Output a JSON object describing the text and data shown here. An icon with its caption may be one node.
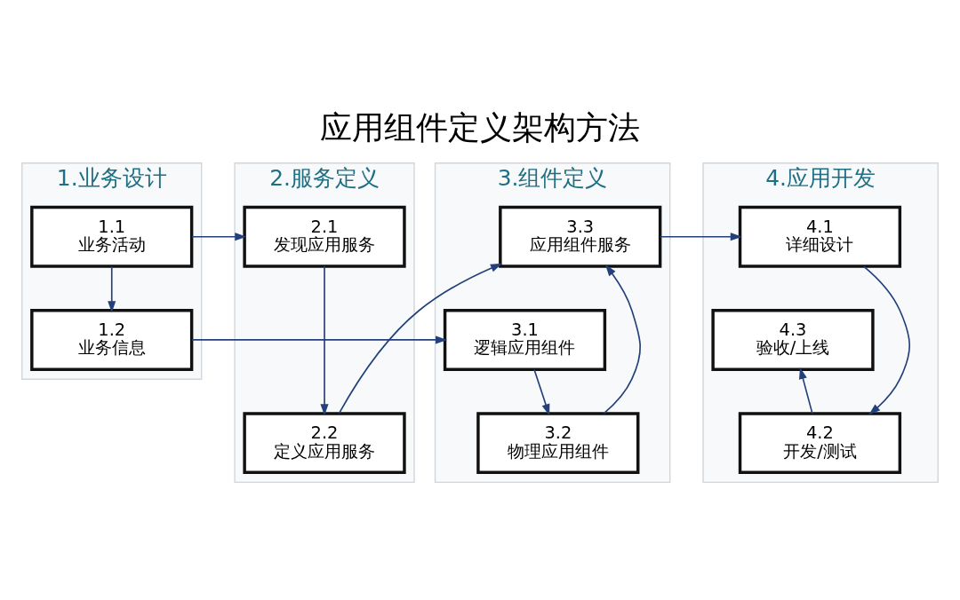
{
  "diagram": {
    "title": "应用组件定义架构方法",
    "nodes": [
      {
        "text": [
          "1.业务设计"
        ]
      },
      {
        "text": [
          "1.1",
          "业务活动"
        ],
        "in": 0
      },
      {
        "text": [
          "1.2",
          "业务信息"
        ],
        "in": 0
      },
      {
        "text": [
          "2.服务定义"
        ]
      },
      {
        "text": [
          "2.1",
          "发现应用服务"
        ],
        "in": 3
      },
      {
        "text": [
          "2.2",
          "定义应用服务"
        ],
        "in": 3
      },
      {
        "text": [
          "3.组件定义"
        ]
      },
      {
        "text": [
          "3.3",
          "应用组件服务"
        ],
        "in": 6
      },
      {
        "text": [
          "3.2",
          "物理应用组件"
        ],
        "in": 6
      },
      {
        "text": [
          "3.1",
          "逻辑应用组件"
        ],
        "in": 6
      },
      {
        "text": [
          "4.应用开发"
        ]
      },
      {
        "text": [
          "4.1",
          "详细设计"
        ],
        "in": 10
      },
      {
        "text": [
          "4.2",
          "开发/测试"
        ],
        "in": 10
      },
      {
        "text": [
          "4.3",
          "验收/上线"
        ],
        "in": 10
      }
    ],
    "edges": [
      {
        "from": 1,
        "to": 4,
        "arrow": "to"
      },
      {
        "from": 1,
        "to": 2,
        "arrow": "to"
      },
      {
        "from": 4,
        "to": 5,
        "arrow": "to"
      },
      {
        "from": 5,
        "to": 7,
        "arrow": "to"
      },
      {
        "from": 8,
        "to": 7,
        "arrow": "to"
      },
      {
        "from": 9,
        "to": 8,
        "arrow": "to"
      },
      {
        "from": 2,
        "to": 9,
        "arrow": "to"
      },
      {
        "from": 7,
        "to": 11,
        "arrow": "to"
      },
      {
        "from": 11,
        "to": 12,
        "arrow": "to"
      },
      {
        "from": 12,
        "to": 13,
        "arrow": "to"
      }
    ]
  }
}
